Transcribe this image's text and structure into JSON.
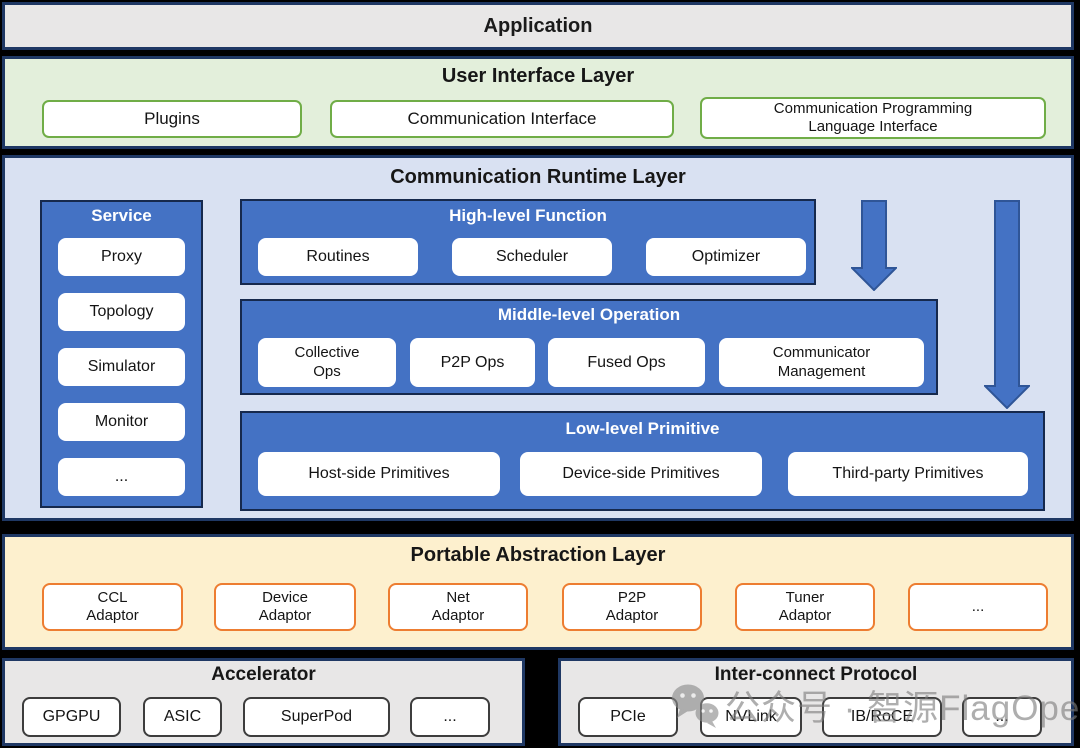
{
  "colors": {
    "navy_border": "#1F3864",
    "blue_panel": "#4472C4",
    "runtime_bg": "#D9E1F2",
    "ui_bg": "#E3EFDB",
    "green_border": "#70AD47",
    "pal_bg": "#FDF0CE",
    "orange_border": "#ED7D31",
    "gray_bg": "#E8E7E7",
    "watermark_gray": "#7E7E7E"
  },
  "application": {
    "title": "Application"
  },
  "ui_layer": {
    "title": "User Interface Layer",
    "boxes": [
      "Plugins",
      "Communication Interface",
      "Communication Programming\nLanguage Interface"
    ]
  },
  "runtime_layer": {
    "title": "Communication Runtime Layer",
    "service": {
      "title": "Service",
      "items": [
        "Proxy",
        "Topology",
        "Simulator",
        "Monitor",
        "..."
      ]
    },
    "high_level": {
      "title": "High-level Function",
      "items": [
        "Routines",
        "Scheduler",
        "Optimizer"
      ]
    },
    "middle_level": {
      "title": "Middle-level Operation",
      "items": [
        "Collective\nOps",
        "P2P Ops",
        "Fused Ops",
        "Communicator\nManagement"
      ]
    },
    "low_level": {
      "title": "Low-level Primitive",
      "items": [
        "Host-side Primitives",
        "Device-side Primitives",
        "Third-party Primitives"
      ]
    }
  },
  "pal_layer": {
    "title": "Portable Abstraction Layer",
    "items": [
      "CCL\nAdaptor",
      "Device\nAdaptor",
      "Net\nAdaptor",
      "P2P\nAdaptor",
      "Tuner\nAdaptor",
      "..."
    ]
  },
  "accelerator": {
    "title": "Accelerator",
    "items": [
      "GPGPU",
      "ASIC",
      "SuperPod",
      "..."
    ]
  },
  "interconnect": {
    "title": "Inter-connect Protocol",
    "items": [
      "PCIe",
      "NVLink",
      "IB/RoCE",
      "..."
    ]
  },
  "watermark": {
    "icon": "wechat-icon",
    "text": "公众号 · 智源FlagOpen"
  }
}
